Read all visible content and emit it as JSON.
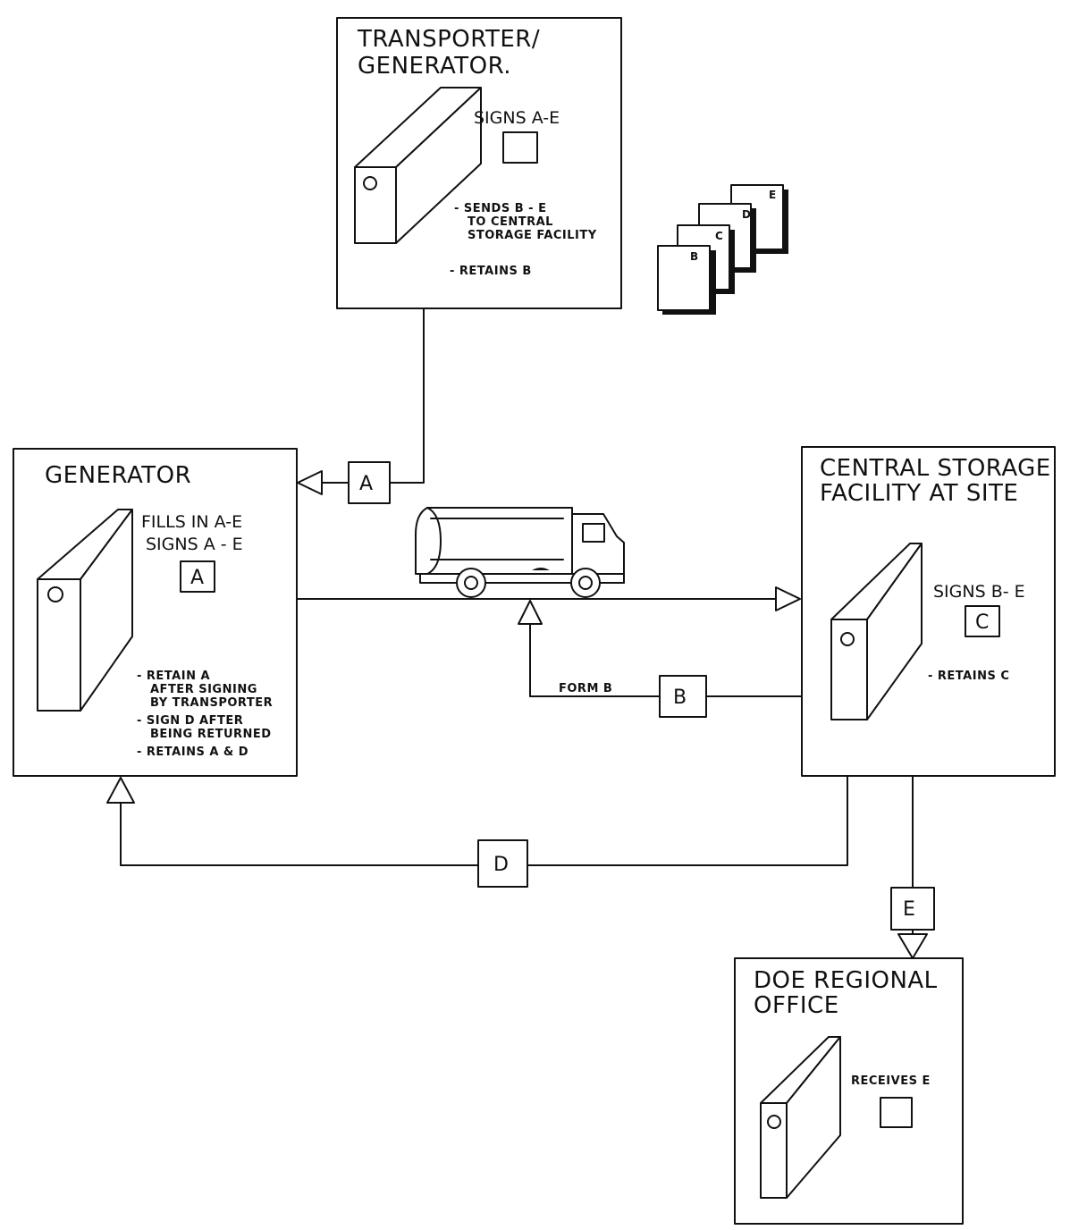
{
  "transporter": {
    "title_line1": "TRANSPORTER/",
    "title_line2": "GENERATOR.",
    "signs": "SIGNS A-E",
    "note1_line1": "- SENDS B - E",
    "note1_line2": "TO CENTRAL",
    "note1_line3": "STORAGE FACILITY",
    "note2": "- RETAINS B",
    "disk_label": "O"
  },
  "forms_stack": [
    "B",
    "C",
    "D",
    "E"
  ],
  "generator": {
    "title": "GENERATOR",
    "fills": "FILLS IN A-E",
    "signs": "SIGNS A - E",
    "form": "A",
    "note1_line1": "- RETAIN A",
    "note1_line2": "AFTER SIGNING",
    "note1_line3": "BY TRANSPORTER",
    "note2_line1": "- SIGN D  AFTER",
    "note2_line2": "BEING RETURNED",
    "note3": "- RETAINS  A & D",
    "disk_label": "O"
  },
  "central": {
    "title_line1": "CENTRAL  STORAGE",
    "title_line2": "FACILITY  AT SITE",
    "signs": "SIGNS B- E",
    "form": "C",
    "note": "- RETAINS C",
    "disk_label": "O"
  },
  "doe": {
    "title_line1": "DOE  REGIONAL",
    "title_line2": "OFFICE",
    "receives": "RECEIVES  E",
    "disk_label": "O"
  },
  "flows": {
    "a_label": "A",
    "b_label": "B",
    "b_caption": "FORM B",
    "d_label": "D",
    "e_label": "E"
  }
}
